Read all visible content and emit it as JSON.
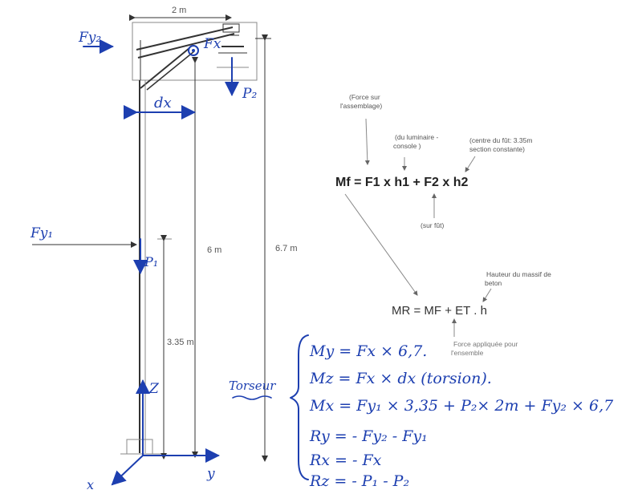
{
  "dims": {
    "width": "2 m",
    "h6": "6 m",
    "h67": "6.7 m",
    "h335": "3.35 m"
  },
  "labels": {
    "fy2": "Fy₂",
    "fy1": "Fy₁",
    "fx": "Fx",
    "p2": "P₂",
    "p1": "P₁",
    "dx": "dx",
    "z": "Z",
    "y": "y",
    "x": "x"
  },
  "annotations": {
    "force_assemblage_1": "(Force sur",
    "force_assemblage_2": "l'assemblage)",
    "luminaire_1": "(du luminaire -",
    "luminaire_2": "console )",
    "centre_1": "(centre du fût: 3.35m",
    "centre_2": "section constante)",
    "sur_fut": "(sur fût)",
    "hauteur_1": "Hauteur du massif de",
    "hauteur_2": "beton",
    "force_ens_1": "Force appliquée pour",
    "force_ens_2": "l'ensemble"
  },
  "formulas": {
    "mf": "Mf = F1 x h1 + F2  x h2",
    "mr": "MR = MF + ET . h"
  },
  "torseur": {
    "label": "Torseur",
    "lines": [
      "My = Fx × 6,7.",
      "Mz = Fx × dx    (torsion).",
      "Mx = Fy₁ × 3,35  +  P₂× 2m  + Fy₂ × 6,7",
      "Ry = - Fy₂ - Fy₁",
      "Rx = - Fx",
      "Rz = - P₁ - P₂"
    ]
  },
  "colors": {
    "ink": "#1d3fb0",
    "print": "#555555"
  }
}
